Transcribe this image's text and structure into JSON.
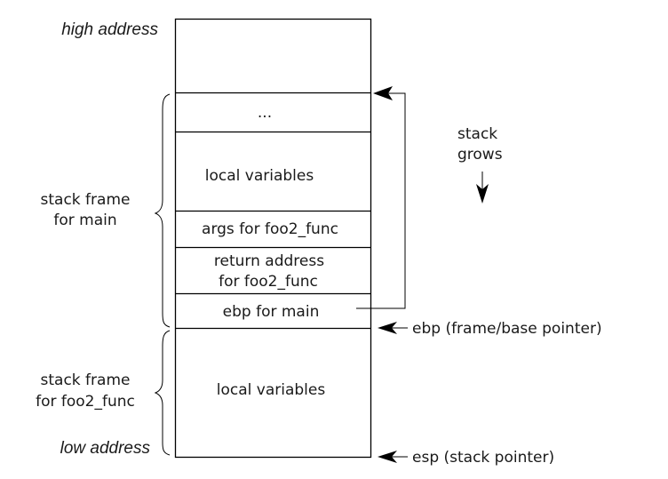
{
  "diagram": {
    "title": "Stack frame layout",
    "address_labels": {
      "high": "high address",
      "low": "low address"
    },
    "stack_cells": [
      {
        "id": "top",
        "label": ""
      },
      {
        "id": "ellipsis",
        "label": "..."
      },
      {
        "id": "main-locals",
        "label": "local variables"
      },
      {
        "id": "args",
        "label": "args for foo2_func"
      },
      {
        "id": "ret",
        "label_lines": [
          "return address",
          "for foo2_func"
        ]
      },
      {
        "id": "saved-ebp",
        "label": "ebp for main"
      },
      {
        "id": "foo2-locals",
        "label": "local variables"
      }
    ],
    "frames": [
      {
        "id": "main",
        "label_lines": [
          "stack frame",
          "for main"
        ]
      },
      {
        "id": "foo2",
        "label_lines": [
          "stack frame",
          "for foo2_func"
        ]
      }
    ],
    "growth": {
      "label_lines": [
        "stack",
        "grows"
      ],
      "direction": "down"
    },
    "pointers": {
      "ebp": "ebp (frame/base pointer)",
      "esp": "esp (stack pointer)"
    },
    "saved_ebp_link": "saved ebp points to previous frame base"
  }
}
